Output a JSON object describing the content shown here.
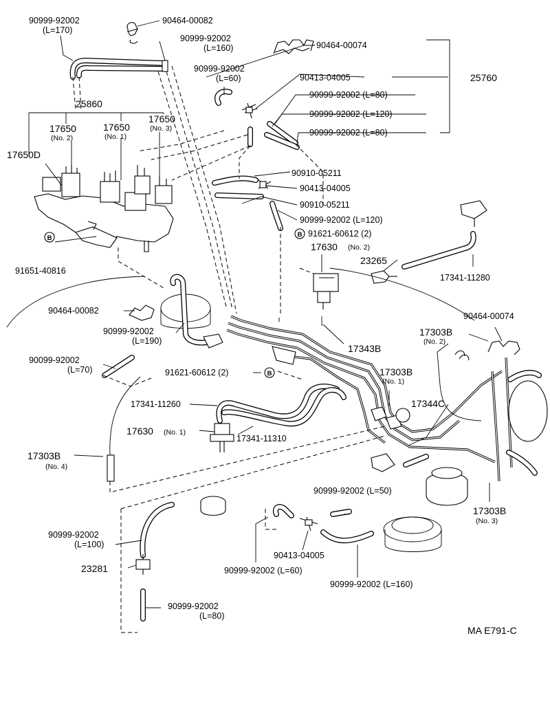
{
  "callouts": {
    "c01": "90999-92002",
    "c01b": "(L=170)",
    "c02": "90464-00082",
    "c03": "90999-92002",
    "c03b": "(L=160)",
    "c04": "90464-00074",
    "c05": "90999-92002",
    "c05b": "(L=60)",
    "c06": "90413-04005",
    "c07": "25760",
    "c08": "90999-92002 (L=80)",
    "c09": "90999-92002 (L=120)",
    "c10": "90999-92002 (L=80)",
    "c11": "25860",
    "c12": "17650",
    "c12b": "(No. 2)",
    "c13": "17650",
    "c13b": "(No. 1)",
    "c14": "17650",
    "c14b": "(No. 3)",
    "c15": "17650D",
    "c16": "90910-05211",
    "c17": "90413-04005",
    "c18": "90910-05211",
    "c19": "90999-92002 (L=120)",
    "c20": "91621-60612 (2)",
    "c21": "17630",
    "c21b": "(No. 2)",
    "c22": "23265",
    "c23": "17341-11280",
    "c24": "91651-40816",
    "c25": "90464-00082",
    "c26": "90999-92002",
    "c26b": "(L=190)",
    "c27": "17343B",
    "c28": "90464-00074",
    "c29": "17303B",
    "c29b": "(No. 2)",
    "c30": "90099-92002",
    "c30b": "(L=70)",
    "c31": "91621-60612 (2)",
    "c32": "17303B",
    "c32b": "(No. 1)",
    "c33": "17341-11260",
    "c34": "17344C",
    "c35": "17630",
    "c35b": "(No. 1)",
    "c36": "17341-11310",
    "c37": "17303B",
    "c37b": "(No. 4)",
    "c38": "90999-92002 (L=50)",
    "c39": "90999-92002",
    "c39b": "(L=100)",
    "c40": "17303B",
    "c40b": "(No. 3)",
    "c41": "23281",
    "c42": "90413-04005",
    "c43": "90999-92002 (L=60)",
    "c44": "90999-92002 (L=160)",
    "c45": "90999-92002",
    "c45b": "(L=80)",
    "c46": "MA E791-C"
  },
  "bolt_marker": "B"
}
